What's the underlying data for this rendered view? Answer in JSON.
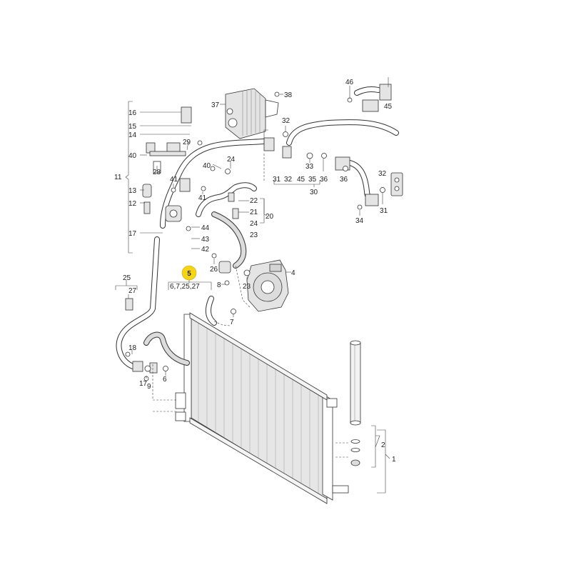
{
  "callout_numbers": {
    "n1": "1",
    "n2": "2",
    "n4": "4",
    "n5": "5",
    "n6": "6",
    "n7": "7",
    "n8": "8",
    "n9": "9",
    "n11": "11",
    "n12": "12",
    "n13": "13",
    "n14": "14",
    "n15": "15",
    "n16": "16",
    "n17a": "17",
    "n17b": "17",
    "n18": "18",
    "n20": "20",
    "n21": "21",
    "n22": "22",
    "n23a": "23",
    "n23b": "23",
    "n24a": "24",
    "n24b": "24",
    "n25": "25",
    "n26": "26",
    "n27": "27",
    "n28": "28",
    "n29": "29",
    "n30": "30",
    "n31a": "31",
    "n31b": "31",
    "n32a": "32",
    "n32b": "32",
    "n32c": "32",
    "n33": "33",
    "n34": "34",
    "n35": "35",
    "n36a": "36",
    "n36b": "36",
    "n37": "37",
    "n38": "38",
    "n40a": "40",
    "n40b": "40",
    "n41a": "41",
    "n41b": "41",
    "n42": "42",
    "n43": "43",
    "n44": "44",
    "n45a": "45",
    "n45b": "45",
    "n46": "46"
  },
  "group_labels": {
    "part5_group": "6,7,25,27"
  },
  "colors": {
    "highlight_badge": "#f5d418",
    "line": "#333333",
    "part_fill": "#e4e4e4"
  }
}
